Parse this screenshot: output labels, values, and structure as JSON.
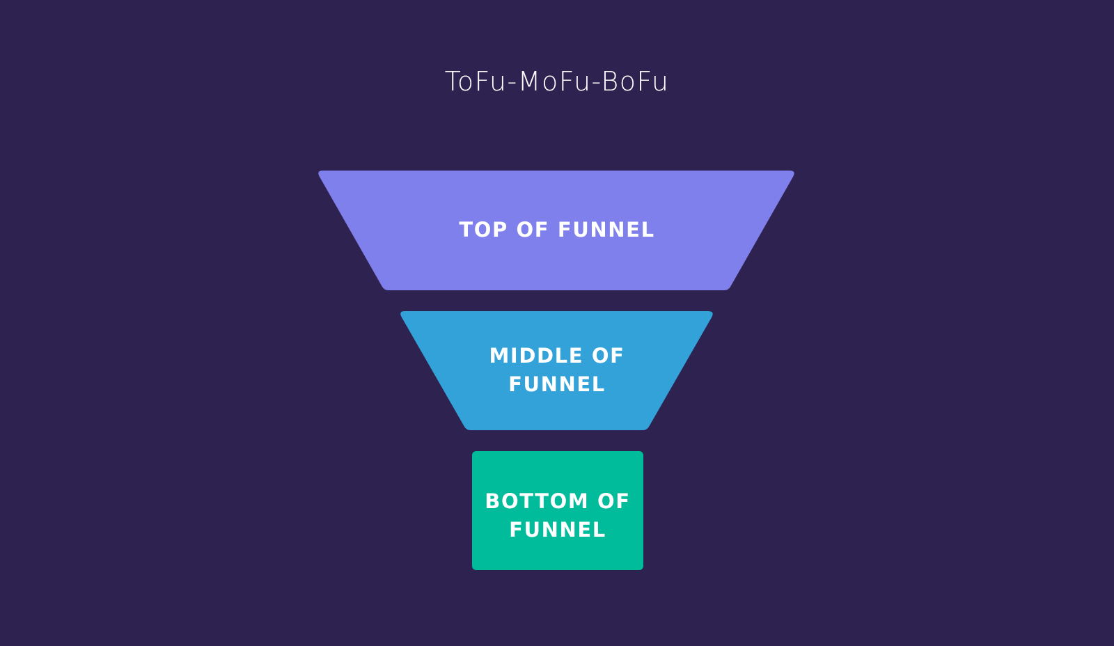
{
  "title": "ToFu-MoFu-BoFu",
  "colors": {
    "background": "#2e2250",
    "top": "#7f80ec",
    "middle": "#32a2d8",
    "bottom": "#00bc9a",
    "text": "#ffffff"
  },
  "stages": [
    {
      "id": "top",
      "label": "TOP OF FUNNEL",
      "color": "#7f80ec"
    },
    {
      "id": "middle",
      "label": "MIDDLE OF FUNNEL",
      "line1": "MIDDLE OF",
      "line2": "FUNNEL",
      "color": "#32a2d8"
    },
    {
      "id": "bottom",
      "label": "BOTTOM OF FUNNEL",
      "line1": "BOTTOM OF",
      "line2": "FUNNEL",
      "color": "#00bc9a"
    }
  ]
}
